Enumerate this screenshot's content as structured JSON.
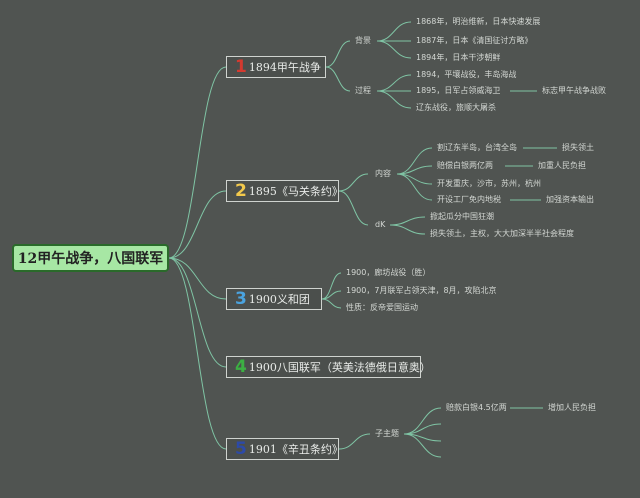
{
  "root": "12甲午战争，八国联军",
  "topics": [
    {
      "num": "1",
      "num_color": "#d43a2f",
      "label": "1894甲午战争",
      "groups": [
        {
          "label": "背景",
          "items": [
            {
              "text": "1868年，明治维新，日本快速发展"
            },
            {
              "text": "1887年，日本《清国征讨方略》"
            },
            {
              "text": "1894年，日本干涉朝鲜"
            }
          ]
        },
        {
          "label": "过程",
          "items": [
            {
              "text": "1894，平壤战役，丰岛海战"
            },
            {
              "text": "1895，日军占领威海卫",
              "note": "标志甲午战争战败"
            },
            {
              "text": "辽东战役，旅顺大屠杀"
            }
          ]
        }
      ]
    },
    {
      "num": "2",
      "num_color": "#f2c94c",
      "label": "1895《马关条约》",
      "groups": [
        {
          "label": "内容",
          "items": [
            {
              "text": "割辽东半岛，台湾全岛",
              "note": "损失领土"
            },
            {
              "text": "赔偿白银两亿两",
              "note": "加重人民负担"
            },
            {
              "text": "开发重庆，沙市，苏州，杭州"
            },
            {
              "text": "开设工厂免内地税",
              "note": "加强资本输出"
            }
          ]
        },
        {
          "label": "dK",
          "items": [
            {
              "text": "掀起瓜分中国狂潮"
            },
            {
              "text": "损失领土，主权，大大加深半半社会程度"
            }
          ]
        }
      ]
    },
    {
      "num": "3",
      "num_color": "#4aa3df",
      "label": "1900义和团",
      "items": [
        {
          "text": "1900，廊坊战役（胜）"
        },
        {
          "text": "1900，7月联军占领天津，8月，攻陷北京"
        },
        {
          "text": "性质：反帝爱国运动"
        }
      ]
    },
    {
      "num": "4",
      "num_color": "#3cb043",
      "label": "1900八国联军（英美法德俄日意奥）"
    },
    {
      "num": "5",
      "num_color": "#2c4aa8",
      "label": "1901《辛丑条约》",
      "groups": [
        {
          "label": "子主题",
          "items": [
            {
              "text": "赔款白银4.5亿两",
              "note": "增加人民负担"
            },
            {
              "text": ""
            },
            {
              "text": ""
            },
            {
              "text": ""
            }
          ]
        }
      ]
    }
  ],
  "colors": {
    "background": "#505451",
    "branch_line": "#7fc4a4",
    "root_fill": "#a7e7a4"
  }
}
